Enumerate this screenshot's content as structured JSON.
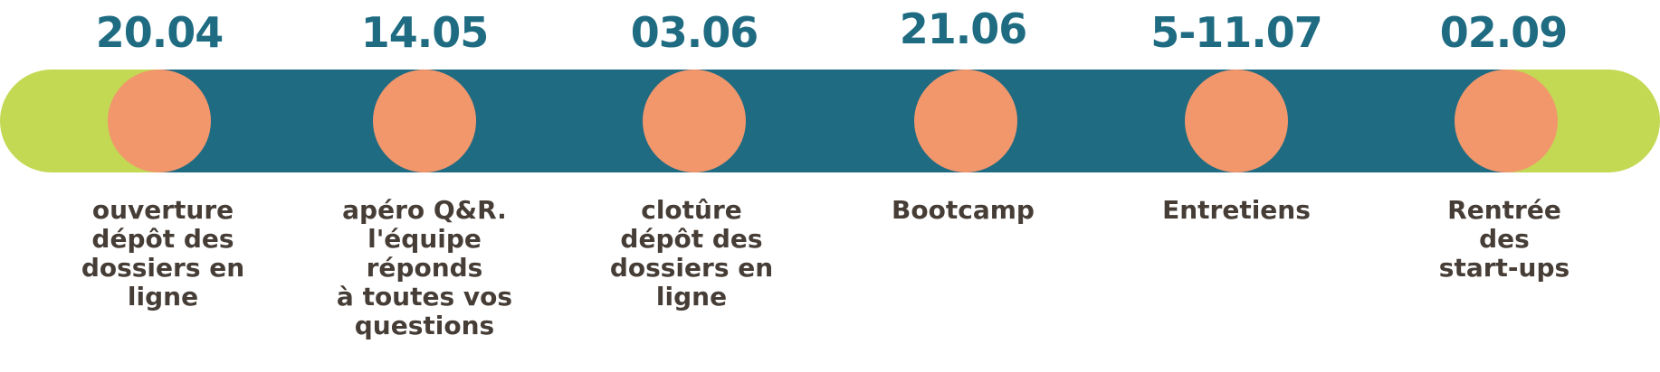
{
  "colors": {
    "track_main": "#1e6b82",
    "track_ends": "#c3d954",
    "milestone_dot": "#f2966c",
    "date_text": "#1e6b82",
    "label_text": "#463d36"
  },
  "milestones": [
    {
      "date": "20.04",
      "label": "ouverture\ndépôt des\ndossiers en\nligne"
    },
    {
      "date": "14.05",
      "label": "apéro Q&R.\nl'équipe réponds\nà toutes vos\nquestions"
    },
    {
      "date": "03.06",
      "label": "clotûre\ndépôt des\ndossiers en\nligne"
    },
    {
      "date": "21.06",
      "label": "Bootcamp"
    },
    {
      "date": "5-11.07",
      "label": "Entretiens"
    },
    {
      "date": "02.09",
      "label": "Rentrée\ndes\nstart-ups"
    }
  ]
}
